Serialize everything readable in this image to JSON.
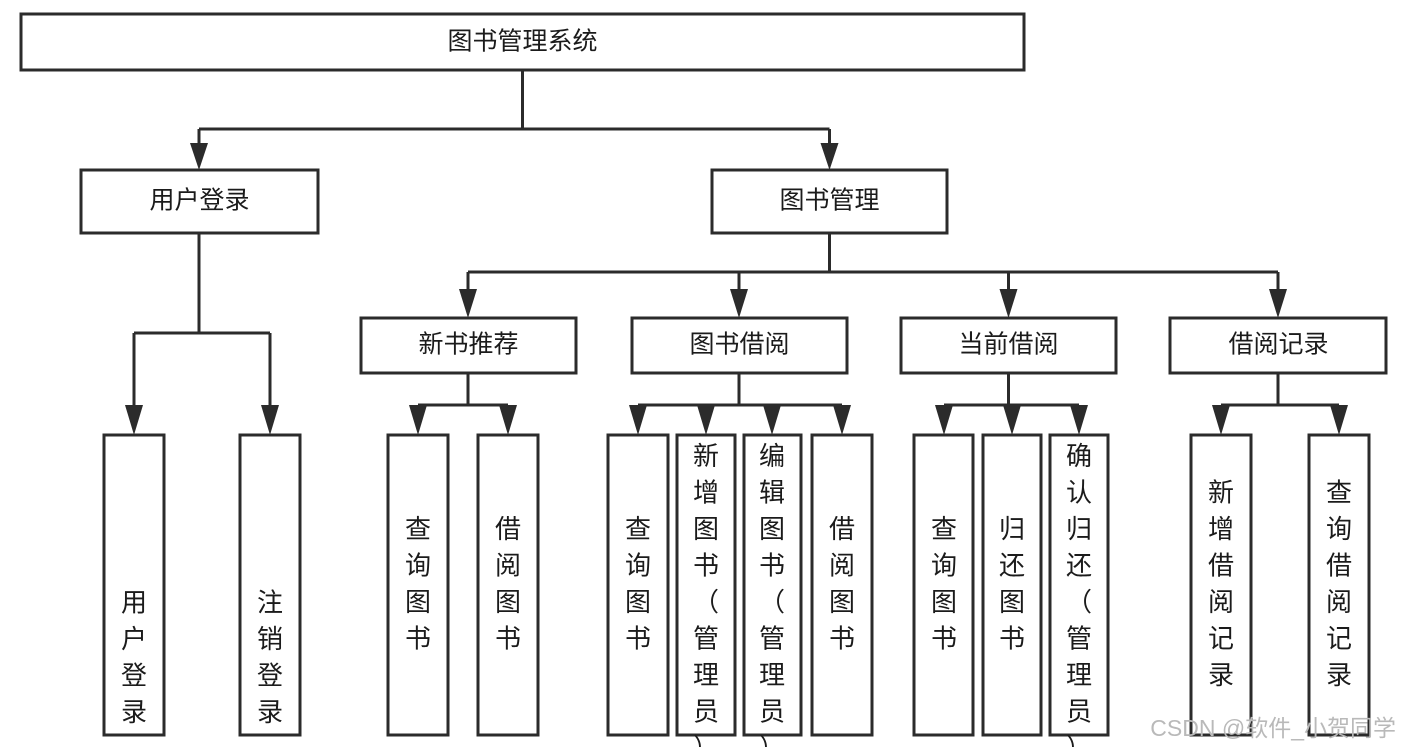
{
  "diagram": {
    "type": "tree-hierarchy",
    "title": "图书管理系统",
    "root": {
      "id": "root",
      "label": "图书管理系统"
    },
    "level2": [
      {
        "id": "user-login",
        "label": "用户登录"
      },
      {
        "id": "book-manage",
        "label": "图书管理"
      }
    ],
    "level3": [
      {
        "id": "new-book-recommend",
        "label": "新书推荐",
        "parent": "book-manage"
      },
      {
        "id": "book-borrow",
        "label": "图书借阅",
        "parent": "book-manage"
      },
      {
        "id": "current-borrow",
        "label": "当前借阅",
        "parent": "book-manage"
      },
      {
        "id": "borrow-record",
        "label": "借阅记录",
        "parent": "book-manage"
      }
    ],
    "leaves": [
      {
        "id": "leaf-user-login",
        "label": "用户登录",
        "parent": "user-login",
        "align": "bottom"
      },
      {
        "id": "leaf-user-logout",
        "label": "注销登录",
        "parent": "user-login",
        "align": "bottom"
      },
      {
        "id": "leaf-query-book-1",
        "label": "查询图书",
        "parent": "new-book-recommend",
        "align": "middle"
      },
      {
        "id": "leaf-borrow-book-1",
        "label": "借阅图书",
        "parent": "new-book-recommend",
        "align": "middle"
      },
      {
        "id": "leaf-query-book-2",
        "label": "查询图书",
        "parent": "book-borrow",
        "align": "middle"
      },
      {
        "id": "leaf-add-book",
        "label": "新增图书（管理员）",
        "parent": "book-borrow",
        "align": "top"
      },
      {
        "id": "leaf-edit-book",
        "label": "编辑图书（管理员）",
        "parent": "book-borrow",
        "align": "top"
      },
      {
        "id": "leaf-borrow-book-2",
        "label": "借阅图书",
        "parent": "book-borrow",
        "align": "middle"
      },
      {
        "id": "leaf-query-book-3",
        "label": "查询图书",
        "parent": "current-borrow",
        "align": "middle"
      },
      {
        "id": "leaf-return-book",
        "label": "归还图书",
        "parent": "current-borrow",
        "align": "middle"
      },
      {
        "id": "leaf-confirm-return",
        "label": "确认归还（管理员）",
        "parent": "current-borrow",
        "align": "top"
      },
      {
        "id": "leaf-add-record",
        "label": "新增借阅记录",
        "parent": "borrow-record",
        "align": "middle"
      },
      {
        "id": "leaf-query-record",
        "label": "查询借阅记录",
        "parent": "borrow-record",
        "align": "middle"
      }
    ],
    "colors": {
      "stroke": "#2b2b2b",
      "fill": "#ffffff",
      "text": "#1b1b1b",
      "watermark": "#b9b9b9",
      "background": "#ffffff"
    }
  },
  "watermark": {
    "text": "CSDN @软件_小贺同学"
  }
}
